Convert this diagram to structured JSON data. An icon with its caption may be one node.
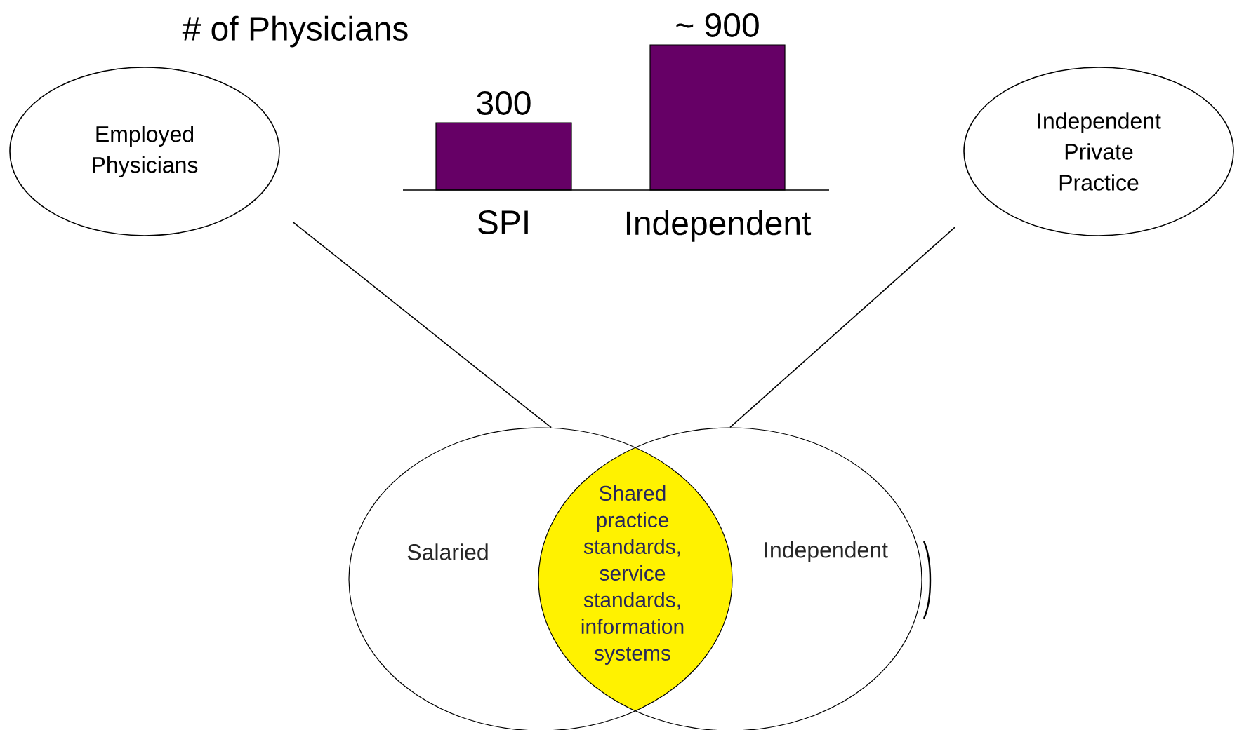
{
  "diagram": {
    "nodes": [
      {
        "text": [
          "Employed Physicians"
        ]
      },
      {
        "text": [
          "Independent Private Practice"
        ]
      },
      {
        "text": [
          "Salaried"
        ]
      },
      {
        "text": [
          "Independent"
        ]
      },
      {
        "text": [
          "Shared practice standards, service standards, information systems"
        ]
      },
      {
        "text": [],
        "shape": "bar",
        "beside": [
          "300",
          "SPI"
        ]
      },
      {
        "text": [],
        "shape": "bar",
        "beside": [
          "~ 900",
          "Independent"
        ]
      }
    ],
    "edges": [
      {
        "from": 0,
        "to": 2,
        "arrow": "none"
      },
      {
        "from": 1,
        "to": 3,
        "arrow": "none"
      }
    ],
    "labels": [
      "# of Physicians"
    ]
  }
}
